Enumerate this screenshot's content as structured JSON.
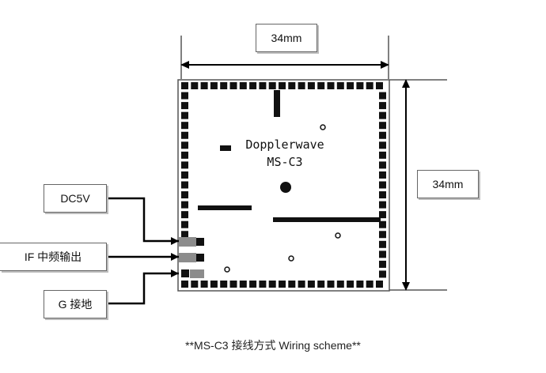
{
  "dimensions": {
    "top_width_label": "34mm",
    "right_height_label": "34mm"
  },
  "board": {
    "brand": "Dopplerwave",
    "model": "MS-C3"
  },
  "pins": [
    {
      "label": "DC5V"
    },
    {
      "label": "IF 中频输出"
    },
    {
      "label": "G 接地"
    }
  ],
  "caption": "**MS-C3  接线方式 Wiring scheme**",
  "colors": {
    "line": "#000000",
    "pad": "#111111",
    "pin_pad_grey": "#8c8c8c",
    "border": "#666666",
    "shadow": "#bdbdbd"
  }
}
